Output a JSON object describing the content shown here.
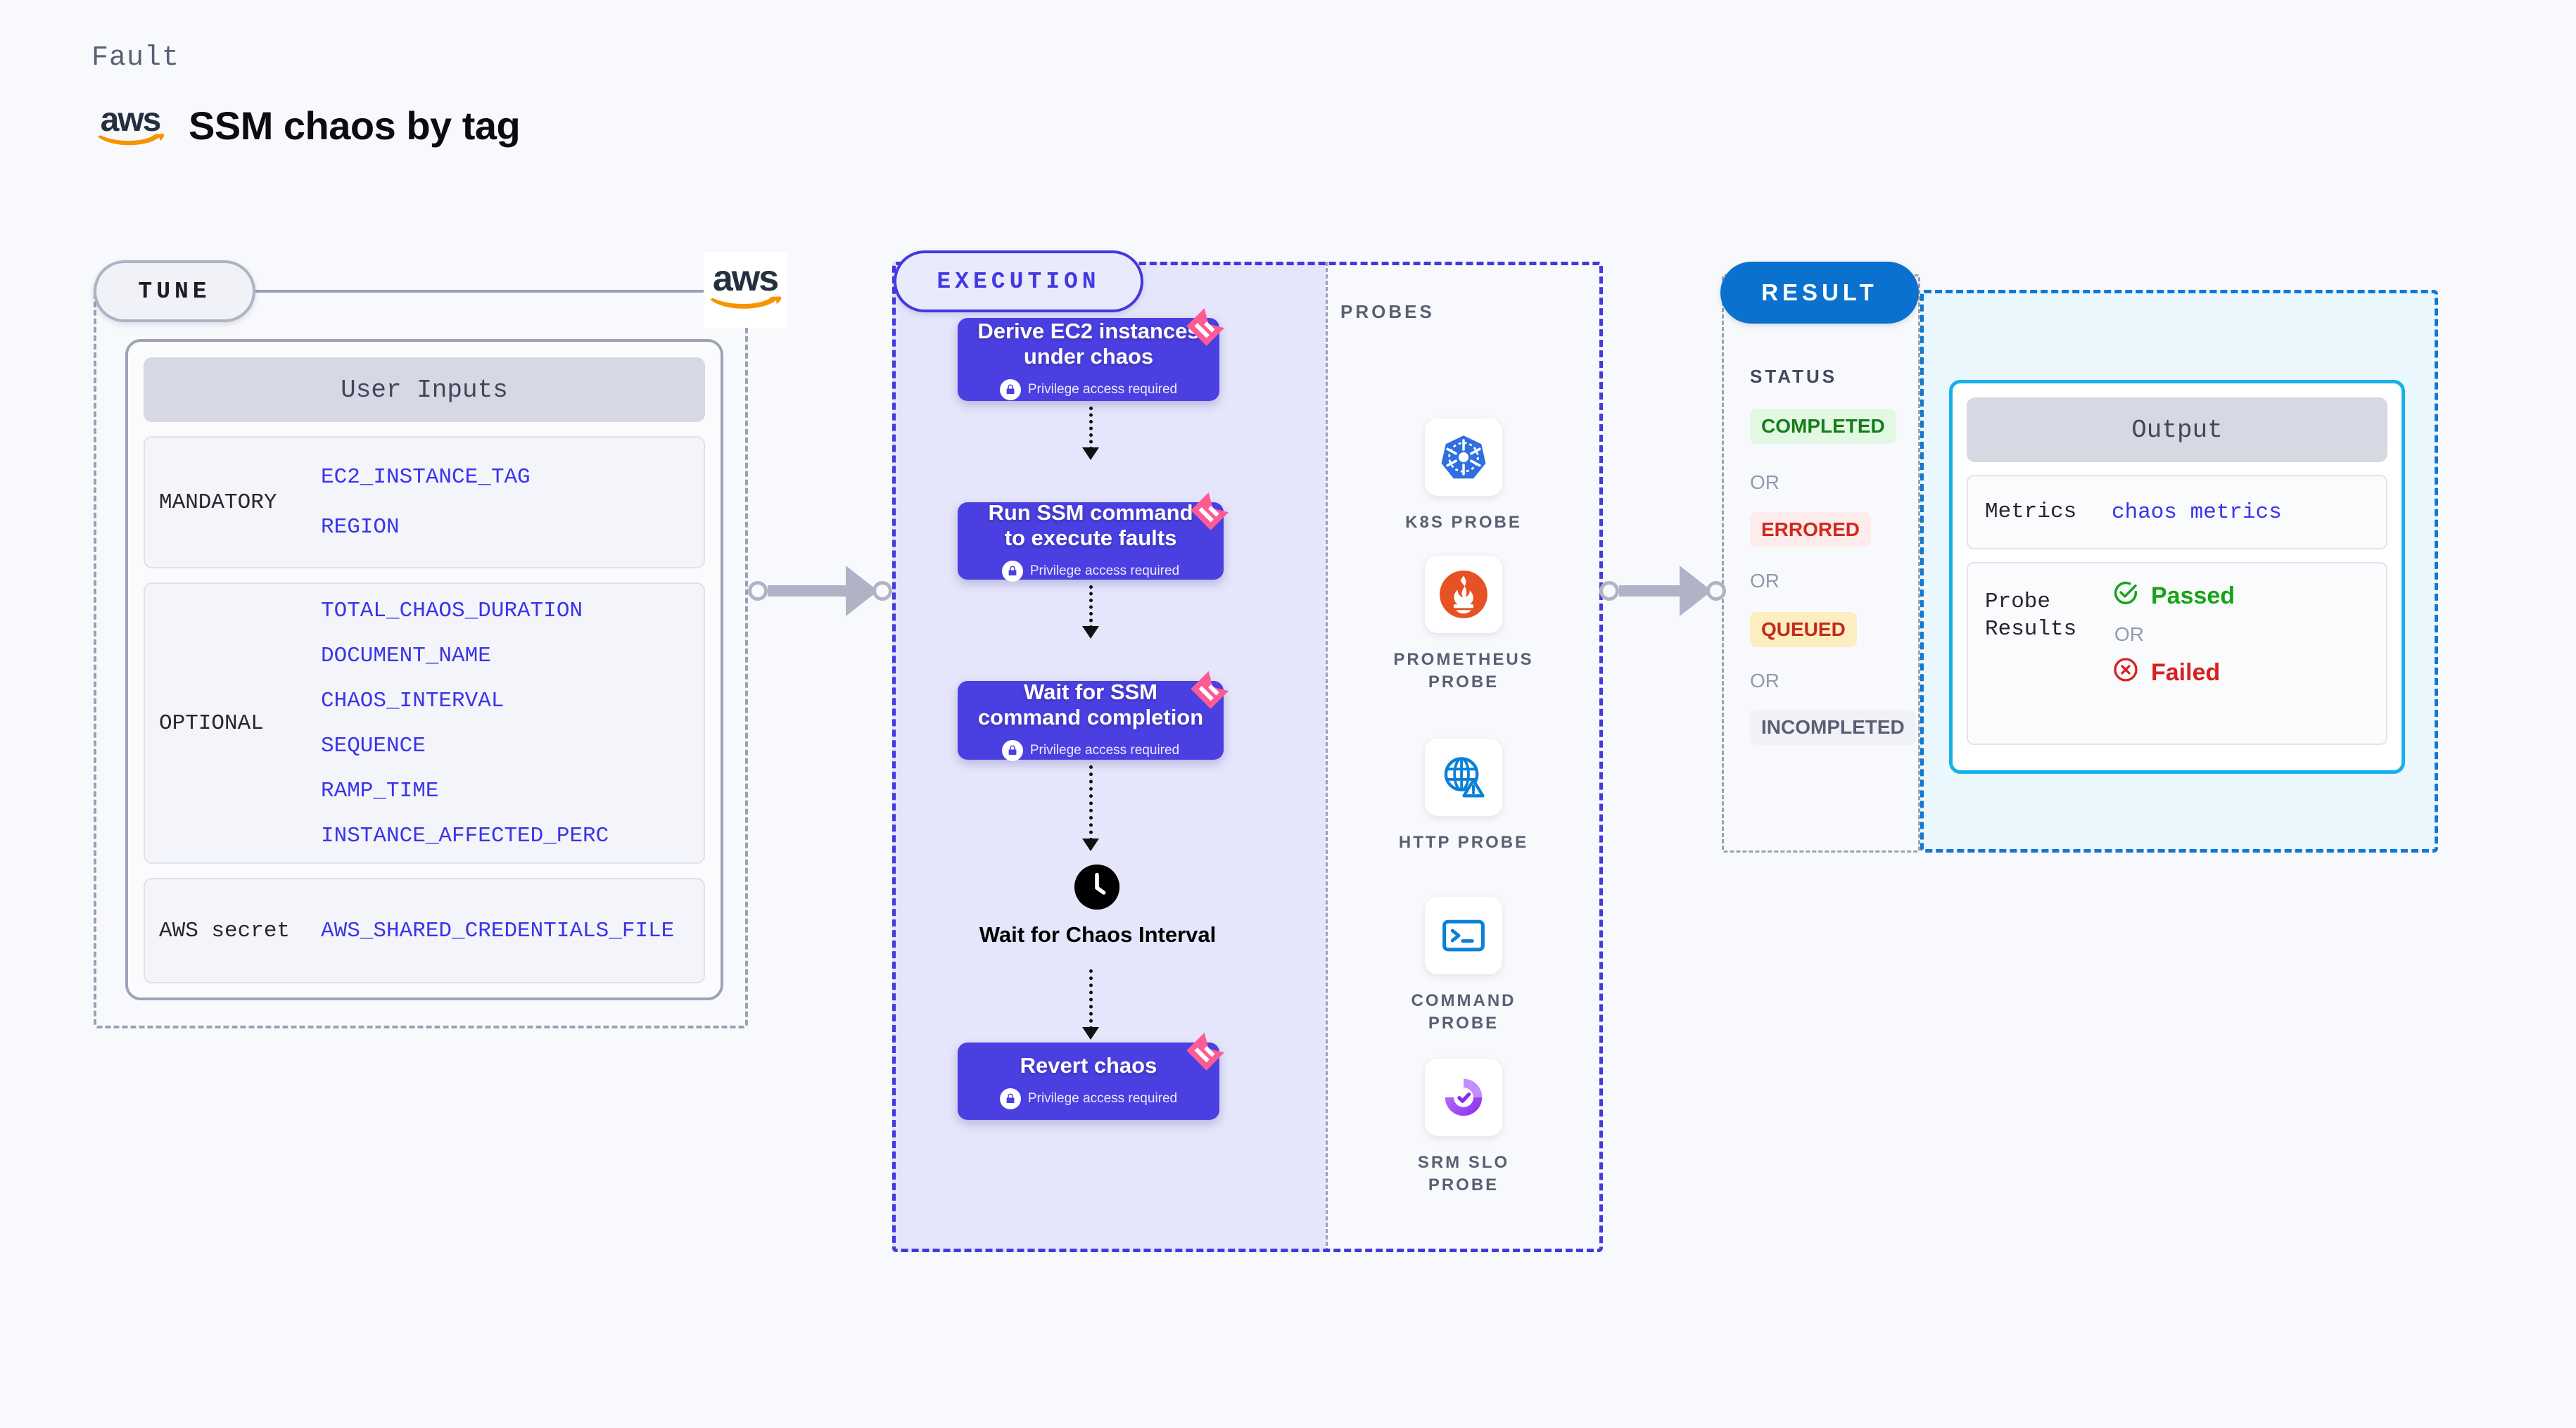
{
  "header": {
    "kicker": "Fault",
    "title": "SSM chaos by tag",
    "logo_icon": "aws-logo",
    "logo_text": "aws"
  },
  "tune": {
    "badge": "TUNE",
    "logo_icon": "aws-logo",
    "logo_text": "aws",
    "panel_title": "User Inputs",
    "groups": [
      {
        "label": "MANDATORY",
        "vars": [
          "EC2_INSTANCE_TAG",
          "REGION"
        ]
      },
      {
        "label": "OPTIONAL",
        "vars": [
          "TOTAL_CHAOS_DURATION",
          "DOCUMENT_NAME",
          "CHAOS_INTERVAL",
          "SEQUENCE",
          "RAMP_TIME",
          "INSTANCE_AFFECTED_PERC"
        ]
      },
      {
        "label": "AWS secret",
        "vars": [
          "AWS_SHARED_CREDENTIALS_FILE"
        ]
      }
    ]
  },
  "execution": {
    "badge": "EXECUTION",
    "privilege_note": "Privilege access required",
    "lock_icon": "lock-icon",
    "ribbon_icon": "harness-ribbon-icon",
    "steps": [
      {
        "title": "Derive EC2 instances under chaos",
        "privilege": true
      },
      {
        "title": "Run SSM command to execute faults",
        "privilege": true
      },
      {
        "title": "Wait for SSM command completion",
        "privilege": true
      }
    ],
    "wait": {
      "title": "Wait for Chaos Interval",
      "icon": "clock-icon"
    },
    "final_step": {
      "title": "Revert chaos",
      "privilege": true
    }
  },
  "probes": {
    "label": "PROBES",
    "items": [
      {
        "name": "K8S PROBE",
        "icon": "kubernetes-icon"
      },
      {
        "name": "PROMETHEUS PROBE",
        "icon": "prometheus-icon"
      },
      {
        "name": "HTTP PROBE",
        "icon": "http-globe-icon"
      },
      {
        "name": "COMMAND PROBE",
        "icon": "terminal-icon"
      },
      {
        "name": "SRM SLO PROBE",
        "icon": "srm-slo-icon"
      }
    ]
  },
  "result": {
    "badge": "RESULT",
    "status_label": "STATUS",
    "or_text": "OR",
    "statuses": [
      {
        "text": "COMPLETED",
        "bg": "#e3f8e2",
        "fg": "#167c1b"
      },
      {
        "text": "ERRORED",
        "bg": "#fdeceb",
        "fg": "#d02a20"
      },
      {
        "text": "QUEUED",
        "bg": "#fdeec2",
        "fg": "#c22a1e"
      },
      {
        "text": "INCOMPLETED",
        "bg": "#f1f2f7",
        "fg": "#5b5f74"
      }
    ],
    "output": {
      "title": "Output",
      "rows": [
        {
          "label": "Metrics",
          "value": "chaos metrics"
        }
      ],
      "probe_results_label": "Probe\nResults",
      "passed": {
        "text": "Passed",
        "icon": "check-circle-icon",
        "color": "#17a317"
      },
      "failed": {
        "text": "Failed",
        "icon": "x-circle-icon",
        "color": "#d92020"
      },
      "or_text": "OR"
    }
  },
  "colors": {
    "accent_purple": "#4a3fe0",
    "accent_blue": "#0a72ce",
    "accent_cyan": "#18b0e8",
    "var_blue": "#3b34e8",
    "ribbon_pink": "#fc5c93",
    "aws_orange": "#f79400"
  }
}
